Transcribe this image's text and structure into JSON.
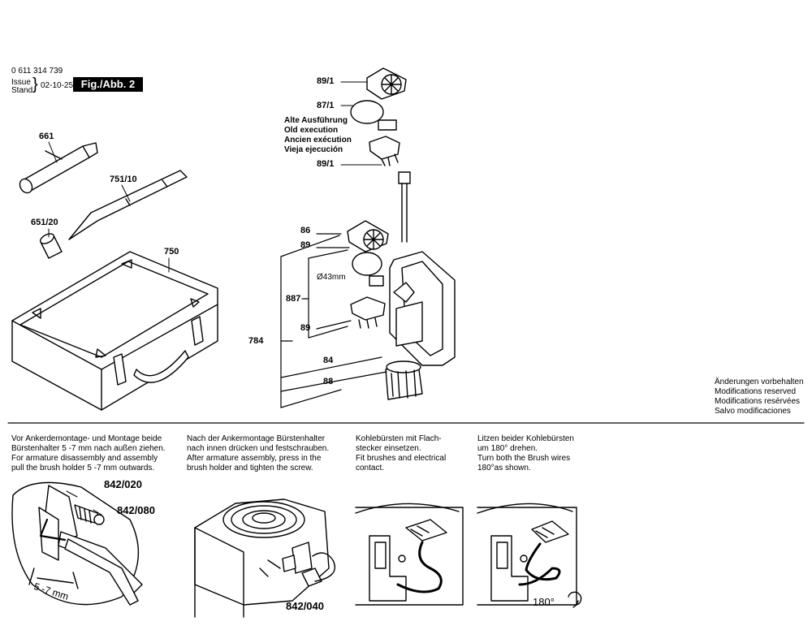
{
  "header": {
    "part_number": "0 611 314 739",
    "issue_label_1": "Issue",
    "issue_label_2": "Stand",
    "issue_date": "02-10-25",
    "figure_label": "Fig./Abb. 2"
  },
  "callouts": {
    "c661": "661",
    "c751_10": "751/10",
    "c651_20": "651/20",
    "c750": "750",
    "c89_1_top": "89/1",
    "c87_1": "87/1",
    "c89_1_bottom": "89/1",
    "c86": "86",
    "c89_a": "89",
    "c43mm": "Ø43mm",
    "c887": "887",
    "c89_b": "89",
    "c784": "784",
    "c84": "84",
    "c88": "88"
  },
  "old_execution": [
    "Alte Ausführung",
    "Old execution",
    "Ancien exécution",
    "Vieja ejecución"
  ],
  "modifications": [
    "Änderungen vorbehalten",
    "Modifications reserved",
    "Modifications resérvées",
    "Salvo modificaciones"
  ],
  "instructions": [
    [
      "Vor Ankerdemontage- und Montage beide",
      "Bürstenhalter 5 -7 mm nach außen ziehen.",
      "For armature disassembly and assembly",
      "pull the brush holder 5 -7 mm outwards."
    ],
    [
      "Nach der Ankermontage Bürstenhalter",
      "nach innen drücken und festschrauben.",
      "After armature assembly, press in the",
      "brush holder and tighten the screw."
    ],
    [
      "Kohlebürsten mit Flach-",
      "stecker einsetzen.",
      "Fit brushes and electrical",
      "contact."
    ],
    [
      "Litzen beider Kohlebürsten",
      "um 180° drehen.",
      "Turn both the Brush wires",
      "180°as shown."
    ]
  ],
  "step_labels": {
    "c842_020": "842/020",
    "c842_080": "842/080",
    "dimension": "5 -7 mm",
    "c842_040": "842/040",
    "rotation": "180°"
  }
}
